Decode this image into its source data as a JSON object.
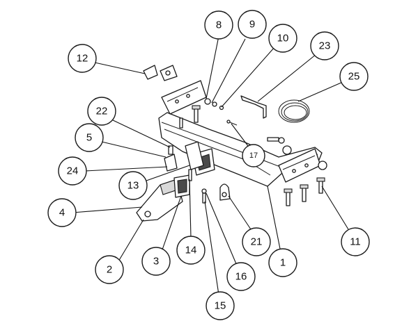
{
  "diagram": {
    "callouts": [
      {
        "id": "c1",
        "label": "1"
      },
      {
        "id": "c2",
        "label": "2"
      },
      {
        "id": "c3",
        "label": "3"
      },
      {
        "id": "c4",
        "label": "4"
      },
      {
        "id": "c5",
        "label": "5"
      },
      {
        "id": "c8",
        "label": "8"
      },
      {
        "id": "c9",
        "label": "9"
      },
      {
        "id": "c10",
        "label": "10"
      },
      {
        "id": "c11",
        "label": "11"
      },
      {
        "id": "c12",
        "label": "12"
      },
      {
        "id": "c13",
        "label": "13"
      },
      {
        "id": "c14",
        "label": "14"
      },
      {
        "id": "c15",
        "label": "15"
      },
      {
        "id": "c16",
        "label": "16"
      },
      {
        "id": "c17",
        "label": "17"
      },
      {
        "id": "c21",
        "label": "21"
      },
      {
        "id": "c22",
        "label": "22"
      },
      {
        "id": "c23",
        "label": "23"
      },
      {
        "id": "c24",
        "label": "24"
      },
      {
        "id": "c25",
        "label": "25"
      }
    ]
  }
}
